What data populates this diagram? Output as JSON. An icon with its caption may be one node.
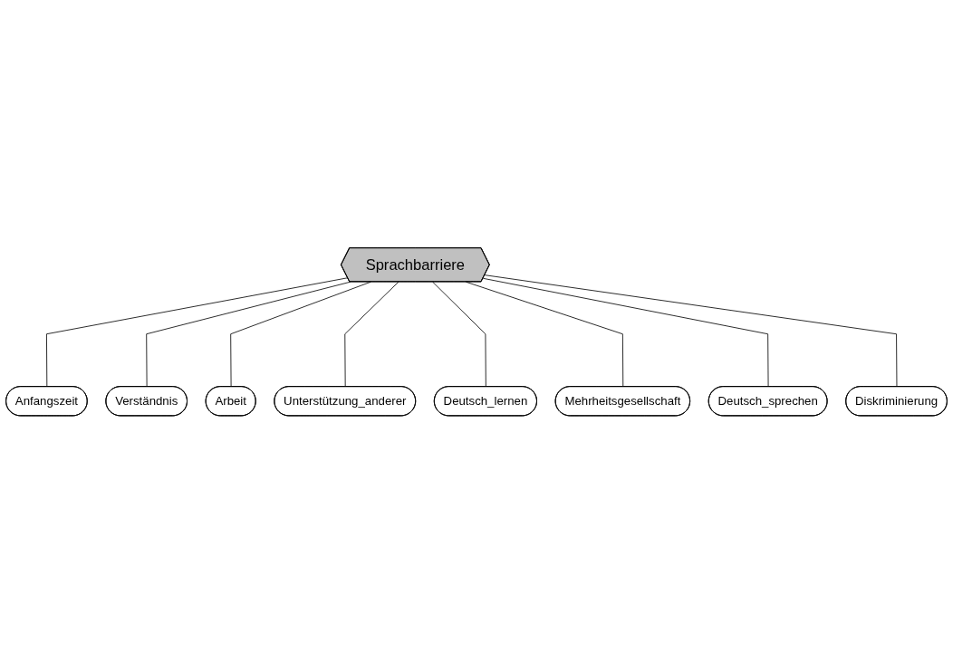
{
  "diagram": {
    "nodes": [
      {
        "text": [
          "Anfangszeit"
        ]
      },
      {
        "text": [
          "Verständnis"
        ]
      },
      {
        "text": [
          "Arbeit"
        ]
      },
      {
        "text": [
          "Unterstützung_anderer"
        ]
      },
      {
        "text": [
          "Sprachbarriere"
        ]
      },
      {
        "text": [
          "Deutsch_lernen"
        ]
      },
      {
        "text": [
          "Mehrheitsgesellschaft"
        ]
      },
      {
        "text": [
          "Deutsch_sprechen"
        ]
      },
      {
        "text": [
          "Diskriminierung"
        ]
      }
    ],
    "edges": [
      {
        "from": 4,
        "to": 0,
        "arrow": "none"
      },
      {
        "from": 4,
        "to": 1,
        "arrow": "none"
      },
      {
        "from": 4,
        "to": 2,
        "arrow": "none"
      },
      {
        "from": 4,
        "to": 3,
        "arrow": "none"
      },
      {
        "from": 4,
        "to": 5,
        "arrow": "none"
      },
      {
        "from": 4,
        "to": 6,
        "arrow": "none"
      },
      {
        "from": 4,
        "to": 7,
        "arrow": "none"
      },
      {
        "from": 4,
        "to": 8,
        "arrow": "none"
      }
    ]
  }
}
